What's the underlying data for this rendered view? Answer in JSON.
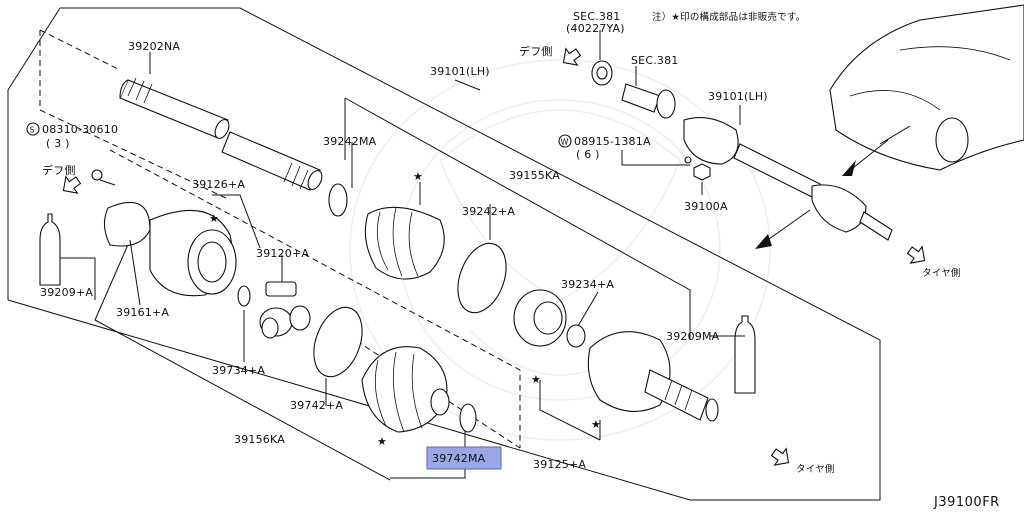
{
  "diagram": {
    "code": "J39100FR",
    "note": "注）★印の構成部品は非販売です。",
    "directions": {
      "diff_top": "デフ側",
      "diff_left": "デフ側",
      "tire_right": "タイヤ側",
      "tire_bottom": "タイヤ側"
    },
    "parts": {
      "p39202NA": "39202NA",
      "bolt": "08310-30610",
      "bolt_qty": "( 3 )",
      "bolt_prefix": "S",
      "p39126A": "39126+A",
      "p39120A": "39120+A",
      "p39209A": "39209+A",
      "p39161A": "39161+A",
      "p39734A": "39734+A",
      "p39742A": "39742+A",
      "p39156KA": "39156KA",
      "p39742MA": "39742MA",
      "p39242MA": "39242MA",
      "p39242A": "39242+A",
      "p39101LH_mid": "39101(LH)",
      "p39155KA": "39155KA",
      "p39234A": "39234+A",
      "p39209MA": "39209MA",
      "p39125A": "39125+A",
      "sec381_a": "SEC.381",
      "sec381_a_sub": "(40227YA)",
      "sec381_b": "SEC.381",
      "p39101LH_top": "39101(LH)",
      "washer": "08915-1381A",
      "washer_qty": "( 6 )",
      "washer_prefix": "W",
      "p39100A": "39100A"
    },
    "highlighted_part": "39742MA",
    "highlight_color": "#9aa6e6"
  }
}
